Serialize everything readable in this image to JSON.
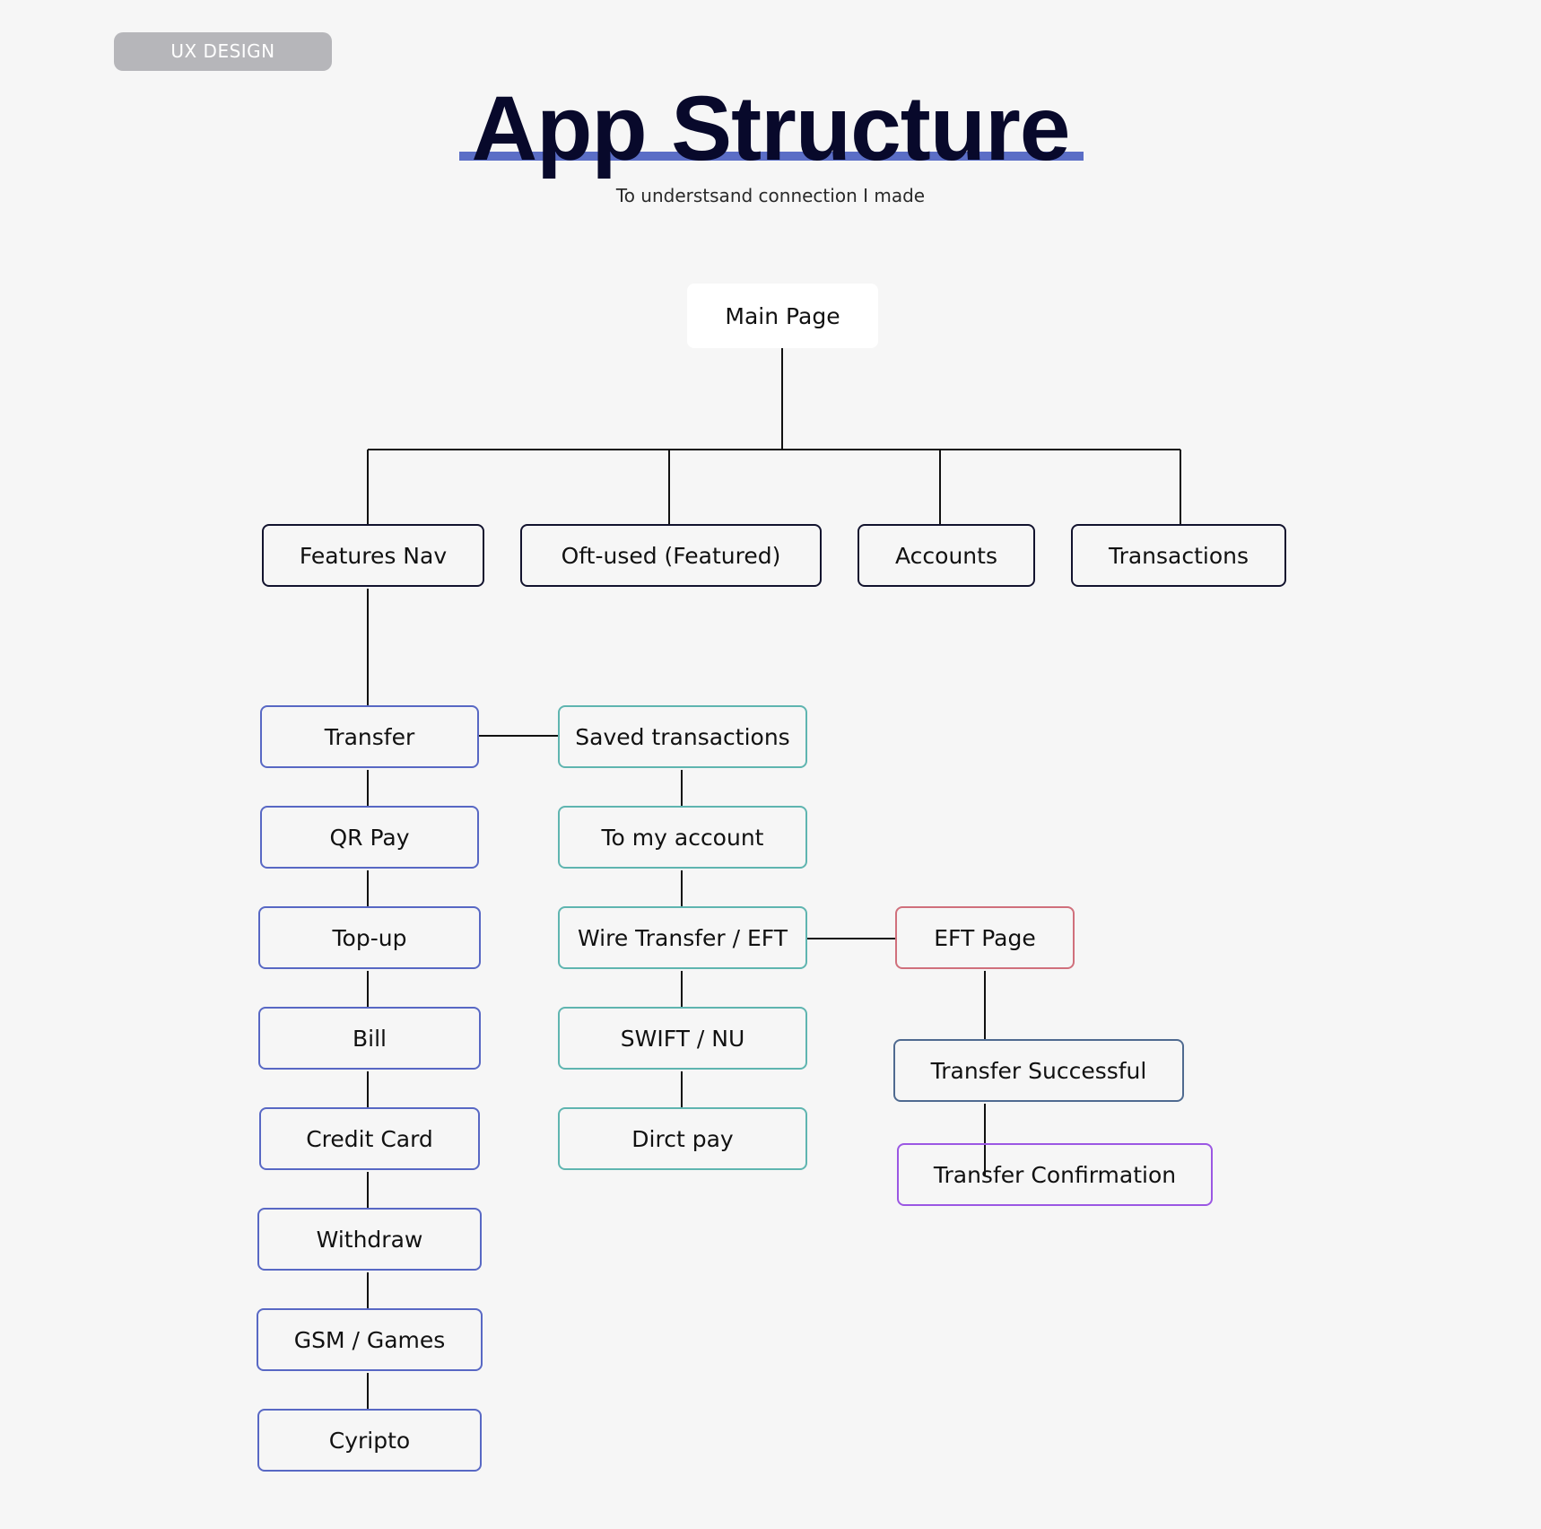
{
  "tag": "UX DESIGN",
  "title": "App Structure",
  "subtitle": "To understsand connection I made",
  "colors": {
    "title_underline": "#5b6ec6",
    "top_level_border": "#12132e",
    "features_border": "#5868c4",
    "transfer_border": "#5fb5b0",
    "eft_border": "#d0707c",
    "success_border": "#4f6a90",
    "confirmation_border": "#9b57e3"
  },
  "diagram": {
    "root": "Main Page",
    "top_level": [
      "Features Nav",
      "Oft-used (Featured)",
      "Accounts",
      "Transactions"
    ],
    "features": [
      "Transfer",
      "QR Pay",
      "Top-up",
      "Bill",
      "Credit Card",
      "Withdraw",
      "GSM / Games",
      "Cyripto"
    ],
    "transfer_options": [
      "Saved transactions",
      "To my account",
      "Wire Transfer / EFT",
      "SWIFT / NU",
      "Dirct pay"
    ],
    "eft_flow": [
      "EFT Page",
      "Transfer Successful",
      "Transfer Confirmation"
    ]
  }
}
